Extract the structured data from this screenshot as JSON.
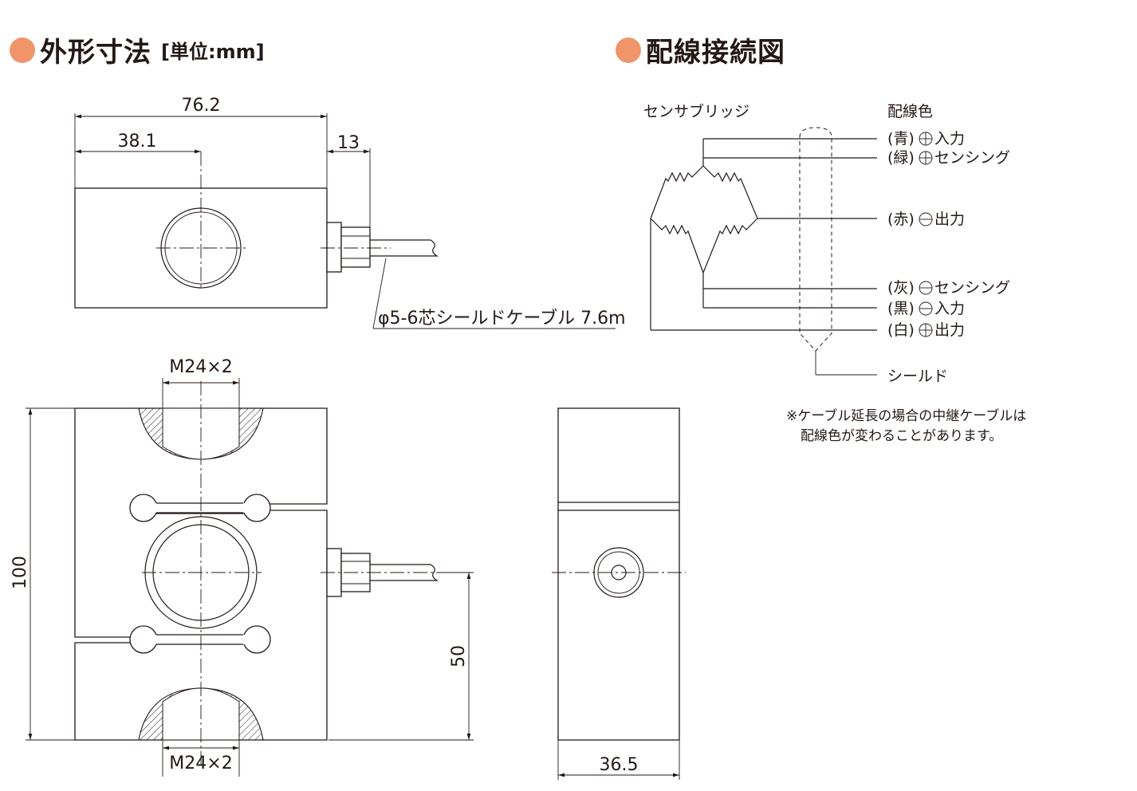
{
  "dimensions_section": {
    "title": "外形寸法",
    "unit_label": "[単位:mm]",
    "dims": {
      "total_width": "76.2",
      "half_width": "38.1",
      "cable_offset": "13",
      "height": "100",
      "cable_height": "50",
      "depth": "36.5",
      "thread_top": "M24×2",
      "thread_bottom": "M24×2"
    },
    "cable_label": "φ5-6芯シールドケーブル 7.6m"
  },
  "wiring_section": {
    "title": "配線接続図",
    "bridge_label": "センサブリッジ",
    "color_header": "配線色",
    "wires": [
      {
        "color": "(青)",
        "sign": "+",
        "name": "入力"
      },
      {
        "color": "(緑)",
        "sign": "+",
        "name": "センシング"
      },
      {
        "color": "(赤)",
        "sign": "−",
        "name": "出力"
      },
      {
        "color": "(灰)",
        "sign": "−",
        "name": "センシング"
      },
      {
        "color": "(黒)",
        "sign": "−",
        "name": "入力"
      },
      {
        "color": "(白)",
        "sign": "+",
        "name": "出力"
      }
    ],
    "shield_label": "シールド",
    "note_line1": "※ケーブル延長の場合の中継ケーブルは",
    "note_line2": "配線色が変わることがあります。"
  },
  "accent_color": "#f0956a"
}
